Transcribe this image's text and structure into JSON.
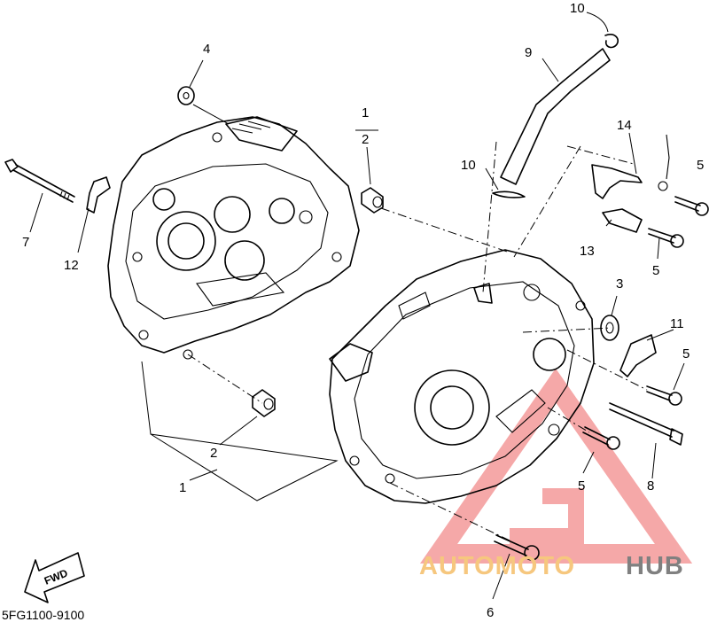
{
  "diagram": {
    "code": "5FG1100-9100",
    "fwd_label": "FWD",
    "watermark": {
      "part_a": "AUTOMOTO",
      "part_b": "HUB",
      "color_a": "#f6c77e",
      "color_b": "#808080",
      "logo_color": "#f28c8c"
    },
    "callouts": {
      "c1_top": "1",
      "c2_top": "2",
      "c4": "4",
      "c7": "7",
      "c12": "12",
      "c10_top": "10",
      "c9": "9",
      "c14": "14",
      "c10_mid": "10",
      "c13": "13",
      "c5_a": "5",
      "c5_b": "5",
      "c3": "3",
      "c11": "11",
      "c5_c": "5",
      "c2_bot": "2",
      "c1_bot": "1",
      "c5_d": "5",
      "c8": "8",
      "c6": "6"
    }
  }
}
